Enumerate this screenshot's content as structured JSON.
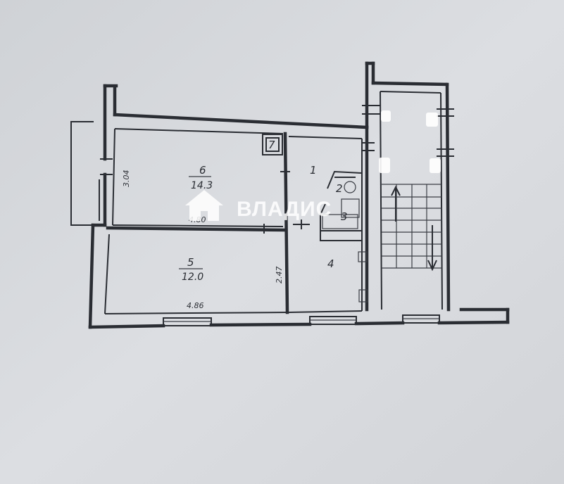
{
  "plan": {
    "rooms": [
      {
        "number": "6",
        "area": "14.3"
      },
      {
        "number": "5",
        "area": "12.0"
      },
      {
        "number": "1"
      },
      {
        "number": "2"
      },
      {
        "number": "3"
      },
      {
        "number": "4"
      },
      {
        "number": "7"
      }
    ],
    "dimensions": {
      "room6_height": "3.04",
      "room6_width": "4.80",
      "room5_width": "4.86",
      "room5_height": "2.47"
    }
  },
  "watermark": {
    "text": "ВЛАДИС",
    "icon": "house-icon"
  },
  "colors": {
    "paper": "#d9dbdf",
    "ink": "#2a2d33"
  }
}
